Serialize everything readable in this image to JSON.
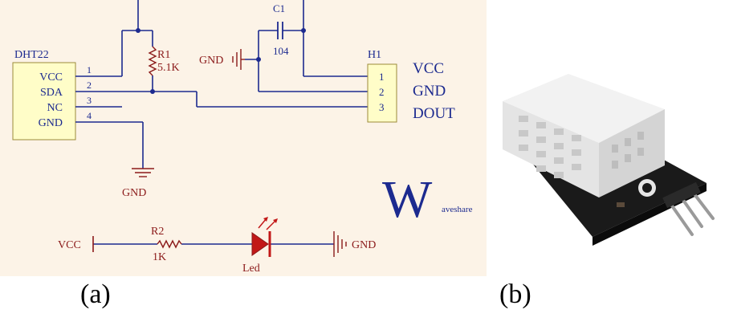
{
  "schematic": {
    "colors": {
      "background": "#FCF3E7",
      "wire": "#1c2a8f",
      "component": "#8B1A1A",
      "text_dark": "#1c2a8f",
      "text_red": "#8B1A1A",
      "chip_fill": "#FFFDC8",
      "chip_stroke": "#9B8B3A",
      "led": "#C21818",
      "logo": "#1c2a8f"
    },
    "dht22": {
      "ref": "DHT22",
      "pins": [
        {
          "num": "1",
          "name": "VCC"
        },
        {
          "num": "2",
          "name": "SDA"
        },
        {
          "num": "3",
          "name": "NC"
        },
        {
          "num": "4",
          "name": "GND"
        }
      ]
    },
    "r1": {
      "ref": "R1",
      "value": "5.1K"
    },
    "c1": {
      "ref": "C1",
      "value": "104"
    },
    "gnd_left_c1": "GND",
    "gnd_bottom": "GND",
    "h1": {
      "ref": "H1",
      "pins": [
        {
          "num": "1",
          "name": "VCC"
        },
        {
          "num": "2",
          "name": "GND"
        },
        {
          "num": "3",
          "name": "DOUT"
        }
      ]
    },
    "led_circuit": {
      "vcc": "VCC",
      "r2_ref": "R2",
      "r2_value": "1K",
      "led_label": "Led",
      "gnd": "GND"
    },
    "logo": {
      "letter": "W",
      "text": "aveshare"
    }
  },
  "photo": {
    "subject": "DHT22 sensor module"
  },
  "labels": {
    "a": "(a)",
    "b": "(b)"
  }
}
